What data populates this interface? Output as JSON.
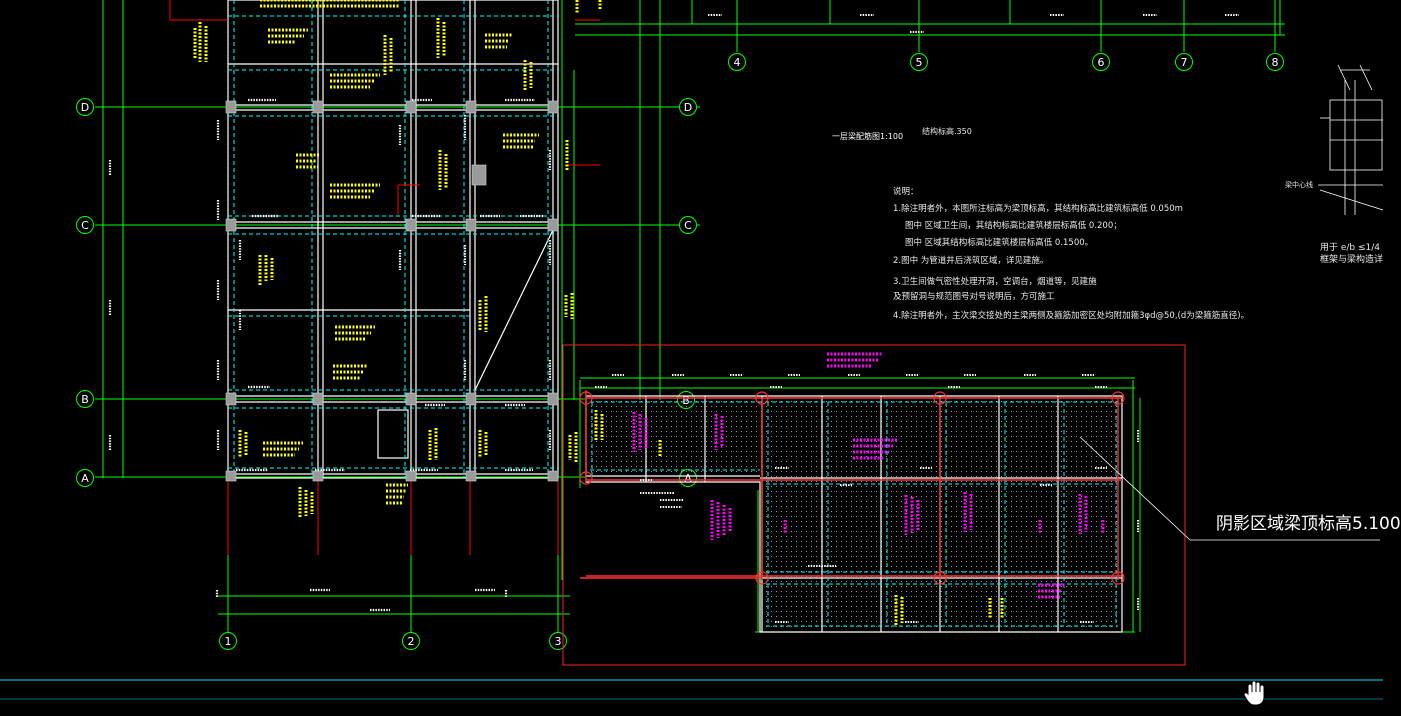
{
  "drawing": {
    "colors": {
      "background": "#000000",
      "axis": "#00ff00",
      "beam_outline": "#ffffff",
      "beam_dashed": "#00ffff",
      "annotation": "#ffff00",
      "highlight_annotation": "#ff00ff",
      "column_red": "#ff0000",
      "boundary_red": "#ff2020",
      "status_line": "#00e5ff"
    },
    "axis_numbers_top": [
      "4",
      "5",
      "6",
      "7",
      "8"
    ],
    "axis_numbers_bottom": [
      "1",
      "2",
      "3"
    ],
    "axis_letters_left": [
      "D",
      "C",
      "B",
      "A"
    ],
    "axis_letters_right": [
      "D",
      "C"
    ],
    "axis_letters_inner": [
      "B",
      "A"
    ],
    "title_label": "一层梁配筋图1:100",
    "elevation_label": "结构标高.350",
    "notes": {
      "heading": "说明：",
      "lines": [
        "1.除注明者外，本图所注标高为梁顶标高，其结构标高比建筑标高低 0.050m",
        "图中       区域卫生间，其结构标高比建筑楼层标高低 0.200；",
        "图中       区域其结构标高比建筑楼层标高低 0.1500。",
        "2.图中       为管道井后浇筑区域，详见建施。",
        "3.卫生间做气密性处理开洞，空调台，烟道等，见建施",
        "   及预留洞与规范图号对号说明后，方可施工",
        "4.除注明者外，主次梁交接处的主梁两侧及箍筋加密区处均附加箍3φd@50,(d为梁箍筋直径)。"
      ]
    },
    "shaded_region_label": "阴影区域梁顶标高5.100",
    "side_detail": {
      "caption_line1": "用于 e/b ≤1/4",
      "caption_line2": "框架与梁构造详",
      "center_label": "梁中心线"
    }
  }
}
